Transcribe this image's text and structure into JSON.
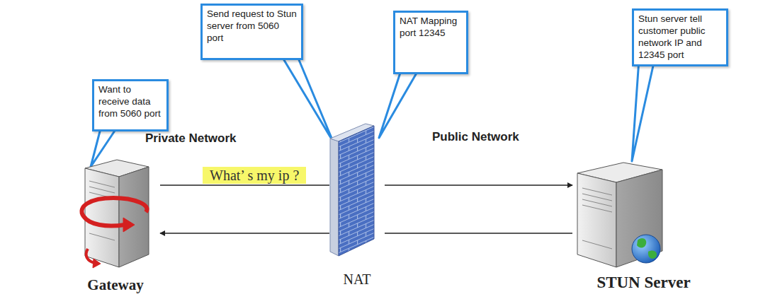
{
  "diagram": {
    "nodes": [
      {
        "text": [
          "Want to receive data from 5060 port"
        ]
      },
      {
        "text": [
          "Send request to Stun server from 5060 port"
        ]
      },
      {
        "text": [
          "NAT Mapping port 12345"
        ]
      },
      {
        "text": [
          "Stun server tell customer public network IP and 12345 port"
        ]
      },
      {
        "text": [
          "Gateway"
        ]
      },
      {
        "text": [
          "NAT"
        ]
      },
      {
        "text": [
          "STUN Server"
        ]
      }
    ],
    "edges": [
      {
        "from": 4,
        "to": 5,
        "arrow": "none",
        "label": "What’ s my ip ?"
      },
      {
        "from": 5,
        "to": 6,
        "arrow": "to"
      },
      {
        "from": 6,
        "to": 5,
        "arrow": "none"
      },
      {
        "from": 5,
        "to": 4,
        "arrow": "to"
      }
    ],
    "labels": [
      "Private Network",
      "Public Network"
    ]
  }
}
